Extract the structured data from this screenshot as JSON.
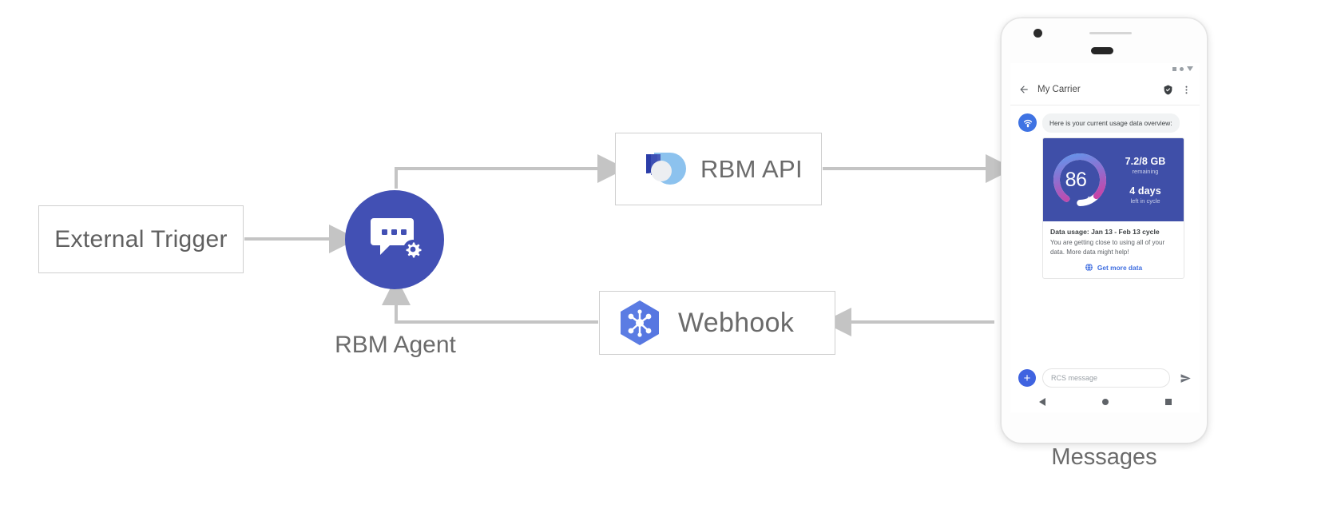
{
  "diagram": {
    "nodes": {
      "external_trigger": {
        "label": "External Trigger"
      },
      "rbm_agent": {
        "caption": "RBM Agent",
        "icon": "chat-gear-icon"
      },
      "rbm_api": {
        "label": "RBM API",
        "icon": "rbm-api-logo-icon"
      },
      "webhook": {
        "label": "Webhook",
        "icon": "cloud-functions-hexagon-icon"
      },
      "phone": {
        "caption": "Messages"
      }
    },
    "connectors": [
      {
        "name": "trigger-to-agent",
        "from": "External Trigger",
        "to": "RBM Agent"
      },
      {
        "name": "agent-to-rbm-api",
        "from": "RBM Agent",
        "to": "RBM API"
      },
      {
        "name": "rbm-api-to-phone",
        "from": "RBM API",
        "to": "Messages"
      },
      {
        "name": "phone-to-webhook",
        "from": "Messages",
        "to": "Webhook"
      },
      {
        "name": "webhook-to-agent",
        "from": "Webhook",
        "to": "RBM Agent"
      }
    ],
    "colors": {
      "agent_blue": "#4250b4",
      "card_indigo": "#3f4fa8",
      "link_blue": "#3f6ee0",
      "connector_gray": "#c4c4c4",
      "box_border": "#cfcfcf"
    }
  },
  "phone": {
    "status_icons": [
      "signal-icon",
      "wifi-icon",
      "battery-icon"
    ],
    "app_bar": {
      "back_icon": "back-arrow-icon",
      "title": "My Carrier",
      "verified_icon": "verified-shield-icon",
      "overflow_icon": "overflow-menu-icon"
    },
    "message": {
      "avatar_icon": "carrier-antenna-icon",
      "text": "Here is your current usage data overview:"
    },
    "rich_card": {
      "gauge": {
        "value": "86",
        "unit": "%",
        "percent": 86,
        "gradient_from": "#5b9bef",
        "gradient_to": "#d9369b"
      },
      "stats": [
        {
          "main": "7.2/8 GB",
          "sub": "remaining"
        },
        {
          "main": "4 days",
          "sub": "left in cycle"
        }
      ],
      "title": "Data usage: Jan 13 - Feb 13 cycle",
      "description": "You are getting close to using all of your data. More data might help!",
      "action": {
        "icon": "globe-icon",
        "label": "Get more data"
      }
    },
    "composer": {
      "plus_label": "+",
      "placeholder": "RCS message",
      "value": "",
      "send_icon": "send-icon"
    },
    "nav_bar": {
      "back_icon": "android-back-icon",
      "home_icon": "android-home-icon",
      "recents_icon": "android-recents-icon"
    }
  }
}
